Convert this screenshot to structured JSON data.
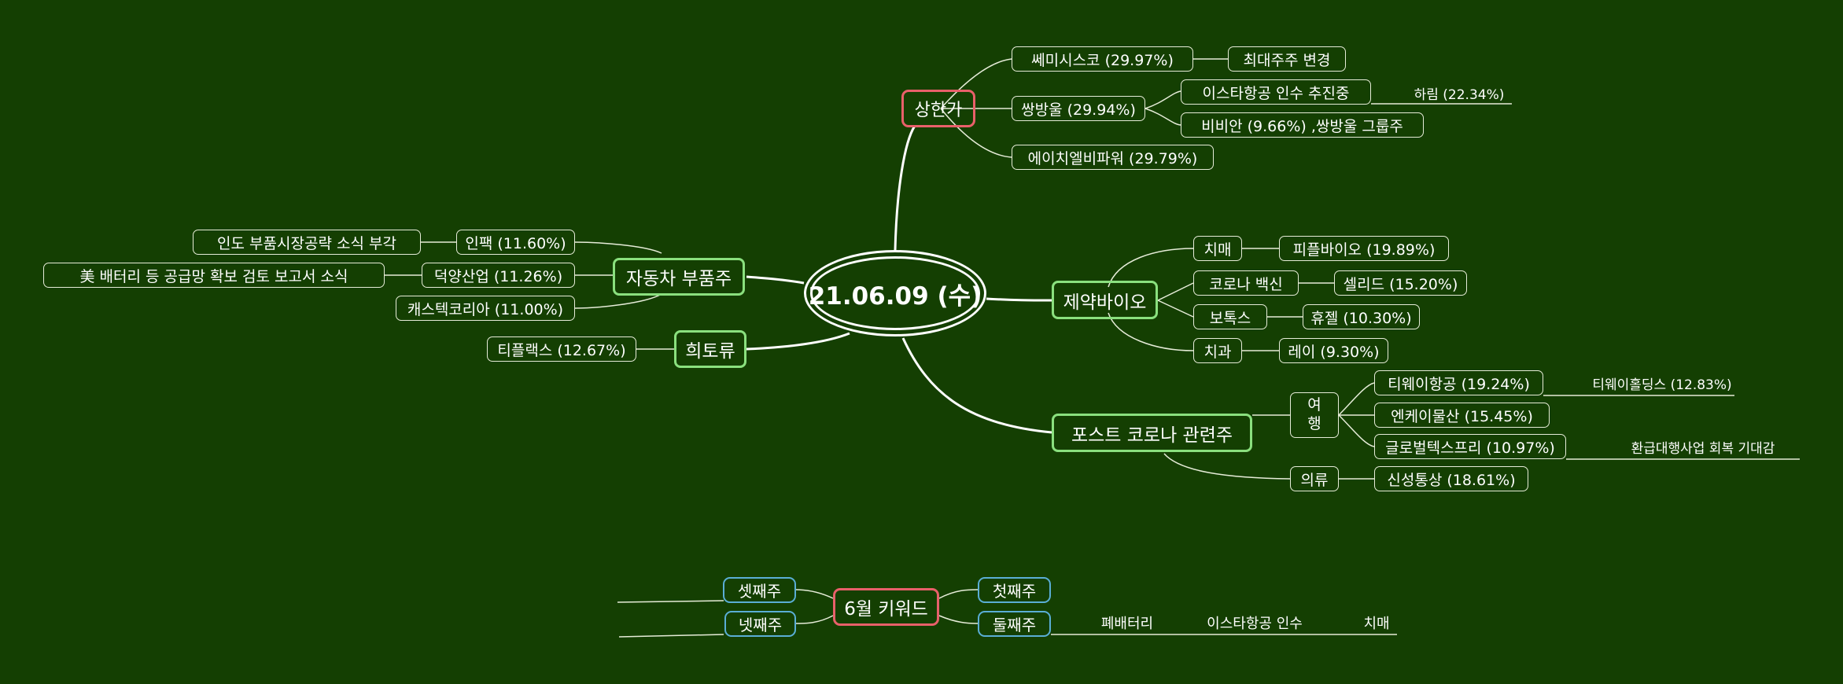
{
  "center": "21.06.09 (수)",
  "upper_limit": {
    "label": "상한가",
    "items": [
      {
        "label": "쎄미시스코 (29.97%)",
        "note": "최대주주 변경"
      },
      {
        "label": "쌍방울 (29.94%)",
        "note_top": "이스타항공 인수 추진중",
        "note_far": "하림 (22.34%)",
        "note_bottom": "비비안 (9.66%) ,쌍방울 그룹주"
      },
      {
        "label": "에이치엘비파워 (29.79%)"
      }
    ]
  },
  "pharma": {
    "label": "제약바이오",
    "items": [
      {
        "label": "치매",
        "stock": "피플바이오 (19.89%)"
      },
      {
        "label": "코로나 백신",
        "stock": "셀리드 (15.20%)"
      },
      {
        "label": "보톡스",
        "stock": "휴젤 (10.30%)"
      },
      {
        "label": "치과",
        "stock": "레이 (9.30%)"
      }
    ]
  },
  "post_corona": {
    "label": "포스트 코로나 관련주",
    "travel_line1": "여",
    "travel_line2": "행",
    "travel_items": [
      {
        "label": "티웨이항공 (19.24%)",
        "note": "티웨이홀딩스 (12.83%)"
      },
      {
        "label": "엔케이물산 (15.45%)"
      },
      {
        "label": "글로벌텍스프리 (10.97%)",
        "note": "환급대행사업 회복 기대감"
      }
    ],
    "clothing": "의류",
    "clothing_item": "신성통상 (18.61%)"
  },
  "auto_parts": {
    "label": "자동차 부품주",
    "items": [
      {
        "label": "인팩 (11.60%)",
        "note": "인도 부품시장공략 소식 부각"
      },
      {
        "label": "덕양산업 (11.26%)",
        "note": "美 배터리 등 공급망 확보 검토 보고서 소식"
      },
      {
        "label": "캐스텍코리아 (11.00%)"
      }
    ]
  },
  "rare_earth": {
    "label": "희토류",
    "item": "티플랙스 (12.67%)"
  },
  "keyword": {
    "label": "6월 키워드",
    "week1": "첫째주",
    "week2": "둘째주",
    "week3": "셋째주",
    "week4": "넷째주",
    "week2_items": [
      "폐배터리",
      "이스타항공 인수",
      "치매"
    ]
  },
  "colors": {
    "background": "#143f02",
    "branch_border": "#8ae07e",
    "red_border": "#e8606a",
    "blue_border": "#5aaed6"
  }
}
